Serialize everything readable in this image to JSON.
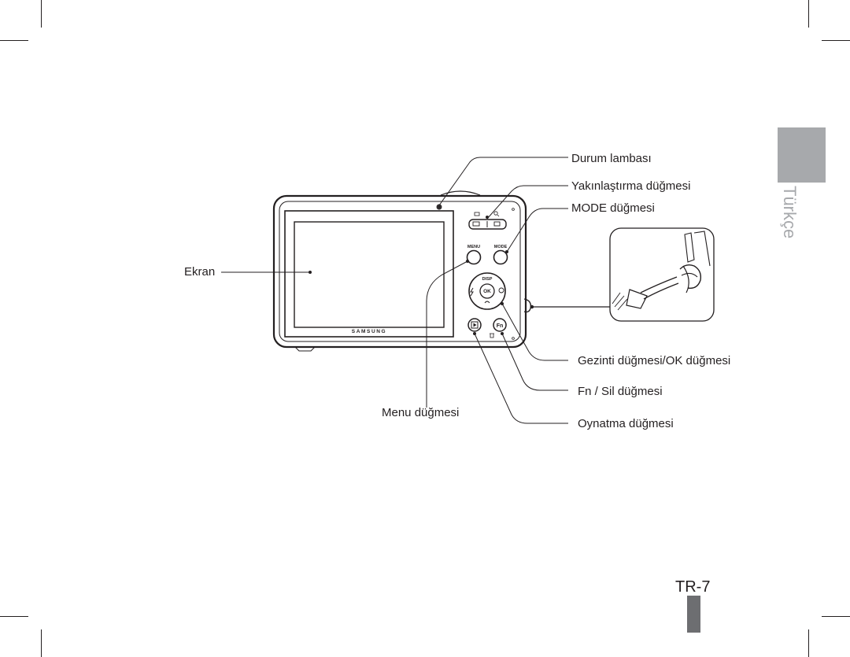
{
  "language_tab": "Türkçe",
  "page_number": "TR-7",
  "camera_brand": "SAMSUNG",
  "labels": {
    "status_lamp": "Durum lambası",
    "zoom_button": "Yakınlaştırma düğmesi",
    "mode_button": "MODE düğmesi",
    "screen": "Ekran",
    "nav_ok_button": "Gezinti düğmesi/OK düğmesi",
    "fn_delete_button": "Fn / Sil düğmesi",
    "menu_button": "Menu düğmesi",
    "playback_button": "Oynatma düğmesi"
  },
  "camera_buttons": {
    "menu": "MENU",
    "mode": "MODE",
    "disp": "DISP",
    "ok": "OK",
    "fn": "Fn"
  },
  "colors": {
    "text": "#231f20",
    "tab_gray": "#a7a9ac",
    "bar_gray": "#6d6e71"
  }
}
